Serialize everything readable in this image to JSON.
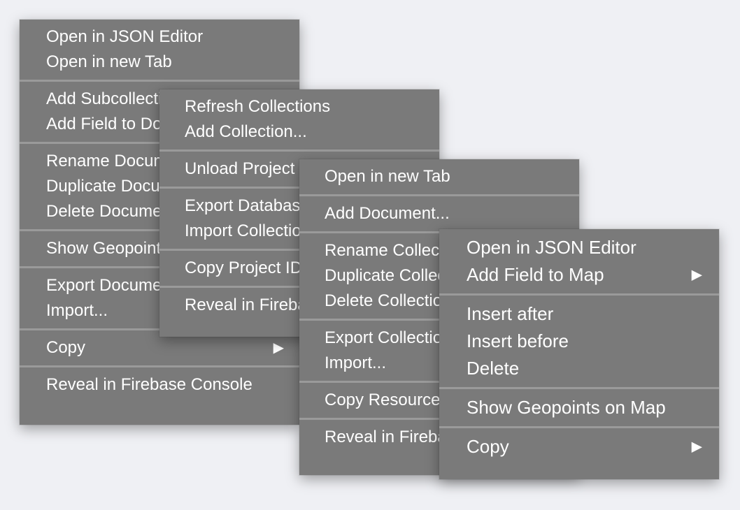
{
  "menus": [
    {
      "groups": [
        [
          {
            "label": "Open in JSON Editor"
          },
          {
            "label": "Open in new Tab"
          }
        ],
        [
          {
            "label": "Add Subcollection..."
          },
          {
            "label": "Add Field to Document..."
          }
        ],
        [
          {
            "label": "Rename Document..."
          },
          {
            "label": "Duplicate Document..."
          },
          {
            "label": "Delete Document..."
          }
        ],
        [
          {
            "label": "Show Geopoints on Map"
          }
        ],
        [
          {
            "label": "Export Document..."
          },
          {
            "label": "Import..."
          }
        ],
        [
          {
            "label": "Copy",
            "submenu_arrow": "▶"
          }
        ],
        [
          {
            "label": "Reveal in Firebase Console"
          }
        ]
      ]
    },
    {
      "groups": [
        [
          {
            "label": "Refresh Collections"
          },
          {
            "label": "Add Collection..."
          }
        ],
        [
          {
            "label": "Unload Project"
          }
        ],
        [
          {
            "label": "Export Database..."
          },
          {
            "label": "Import Collections..."
          }
        ],
        [
          {
            "label": "Copy Project ID"
          }
        ],
        [
          {
            "label": "Reveal in Firebase Console"
          }
        ]
      ]
    },
    {
      "groups": [
        [
          {
            "label": "Open in new Tab"
          }
        ],
        [
          {
            "label": "Add Document..."
          }
        ],
        [
          {
            "label": "Rename Collection..."
          },
          {
            "label": "Duplicate Collection..."
          },
          {
            "label": "Delete Collection..."
          }
        ],
        [
          {
            "label": "Export Collection..."
          },
          {
            "label": "Import..."
          }
        ],
        [
          {
            "label": "Copy Resource Path"
          }
        ],
        [
          {
            "label": "Reveal in Firebase Console"
          }
        ]
      ]
    },
    {
      "groups": [
        [
          {
            "label": "Open in JSON Editor"
          },
          {
            "label": "Add Field to Map",
            "submenu_arrow": "▶"
          }
        ],
        [
          {
            "label": "Insert after"
          },
          {
            "label": "Insert before"
          },
          {
            "label": "Delete"
          }
        ],
        [
          {
            "label": "Show Geopoints on Map"
          }
        ],
        [
          {
            "label": "Copy",
            "submenu_arrow": "▶"
          }
        ]
      ]
    }
  ]
}
